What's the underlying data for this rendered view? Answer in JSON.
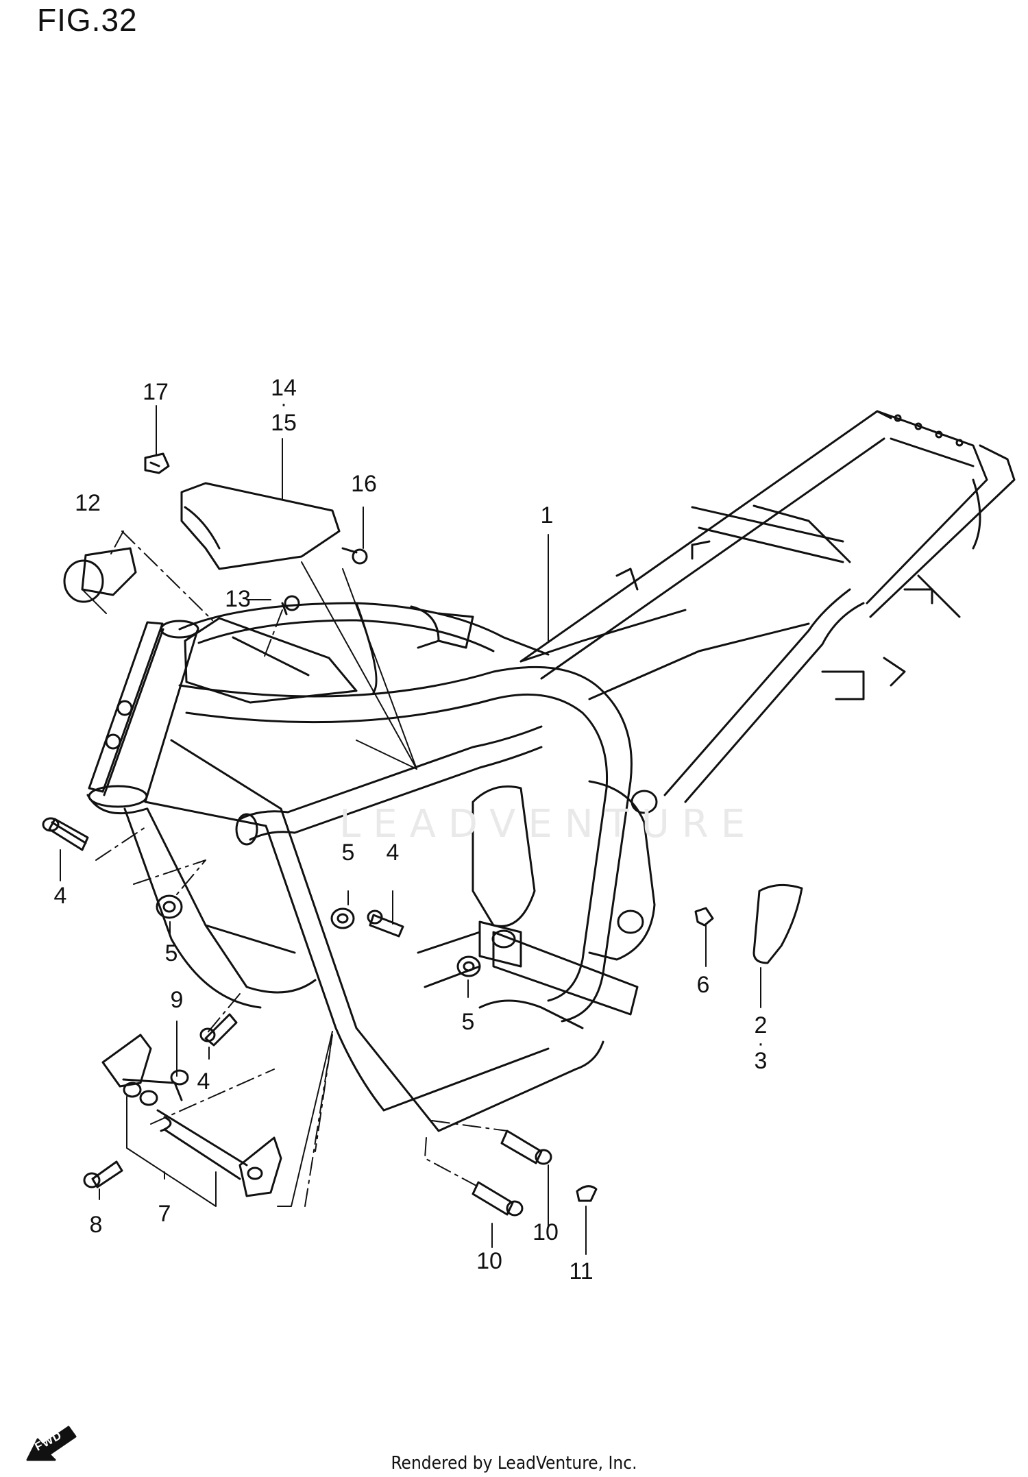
{
  "figure_title": "FIG.32",
  "watermark": "LEADVENTURE",
  "footer": "Rendered by LeadVenture, Inc.",
  "fwd_label": "FWD",
  "callouts": [
    {
      "id": "c1",
      "text": "1"
    },
    {
      "id": "c2",
      "text": "2"
    },
    {
      "id": "c3",
      "text": "3"
    },
    {
      "id": "c4a",
      "text": "4"
    },
    {
      "id": "c4b",
      "text": "4"
    },
    {
      "id": "c4c",
      "text": "4"
    },
    {
      "id": "c5a",
      "text": "5"
    },
    {
      "id": "c5b",
      "text": "5"
    },
    {
      "id": "c5c",
      "text": "5"
    },
    {
      "id": "c6",
      "text": "6"
    },
    {
      "id": "c7",
      "text": "7"
    },
    {
      "id": "c8",
      "text": "8"
    },
    {
      "id": "c9",
      "text": "9"
    },
    {
      "id": "c10a",
      "text": "10"
    },
    {
      "id": "c10b",
      "text": "10"
    },
    {
      "id": "c11",
      "text": "11"
    },
    {
      "id": "c12",
      "text": "12"
    },
    {
      "id": "c13",
      "text": "13"
    },
    {
      "id": "c14",
      "text": "14"
    },
    {
      "id": "c15",
      "text": "15"
    },
    {
      "id": "c16",
      "text": "16"
    },
    {
      "id": "c17",
      "text": "17"
    }
  ]
}
